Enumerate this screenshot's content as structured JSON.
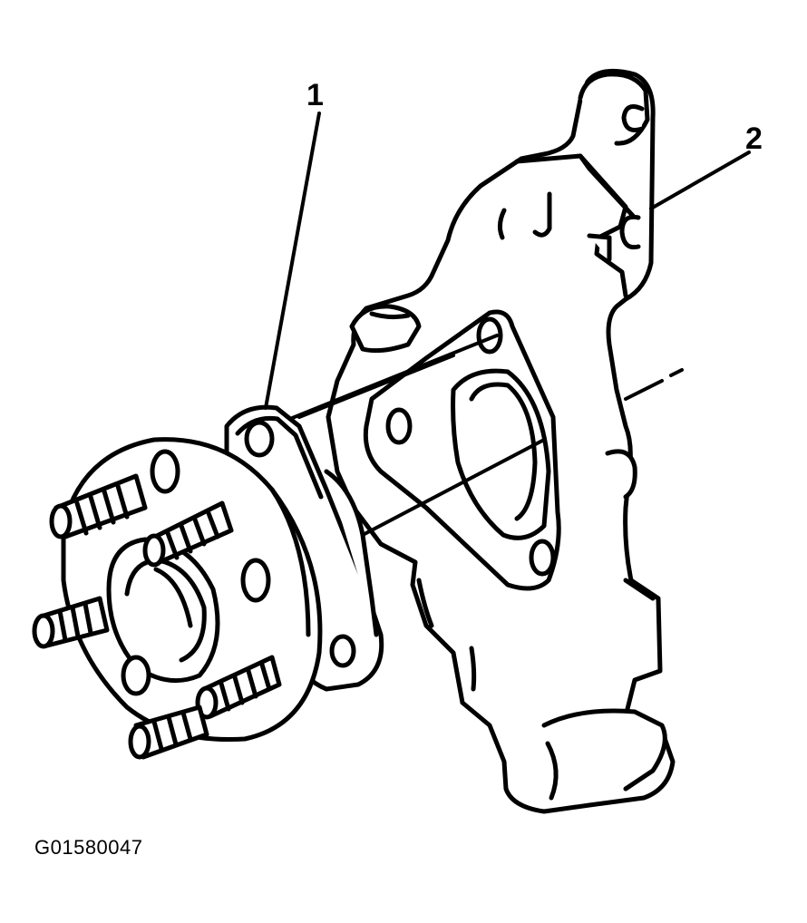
{
  "callouts": [
    {
      "label": "1",
      "part": "wheel-hub-bearing"
    },
    {
      "label": "2",
      "part": "steering-knuckle"
    }
  ],
  "figure_id": "G01580047",
  "colors": {
    "line": "#000000",
    "background": "#ffffff"
  }
}
